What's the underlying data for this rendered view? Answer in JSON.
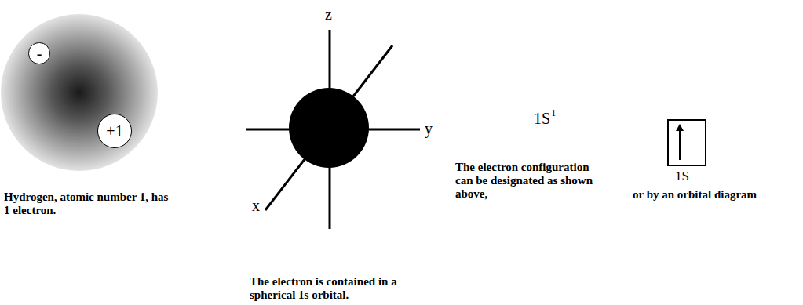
{
  "diagram": {
    "nodes": [
      {
        "text": [
          "-"
        ]
      },
      {
        "text": [
          "+1"
        ]
      },
      {
        "text": [
          "1S"
        ]
      }
    ],
    "labels": [
      "z",
      "y",
      "x",
      "1S",
      "1",
      "Hydrogen, atomic number 1, has 1 electron.",
      "The electron is contained in a spherical 1s orbital.",
      "The electron configuration can be designated as shown above,",
      "or by an orbital diagram"
    ]
  }
}
